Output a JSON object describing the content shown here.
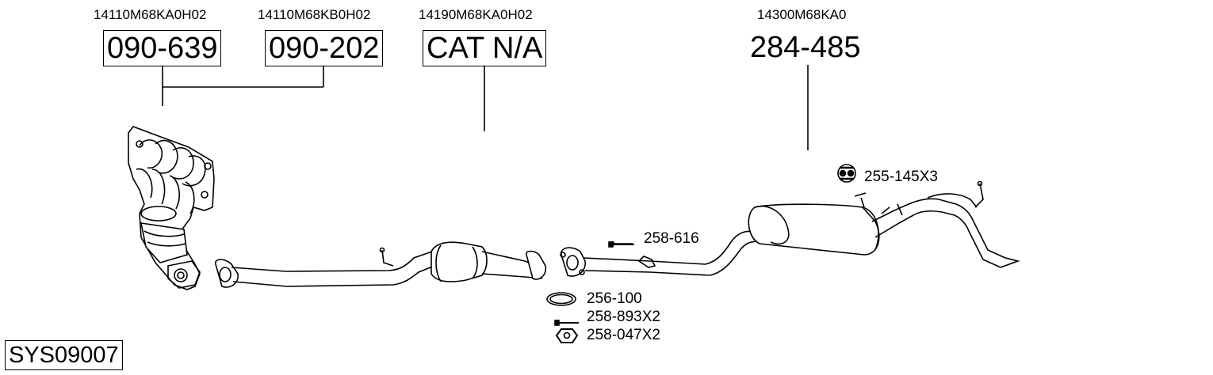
{
  "system_code": "SYS09007",
  "parts": [
    {
      "oem": "14110M68KA0H02",
      "number": "090-639",
      "boxed": true
    },
    {
      "oem": "14110M68KB0H02",
      "number": "090-202",
      "boxed": true
    },
    {
      "oem": "14190M68KA0H02",
      "number": "CAT N/A",
      "boxed": true
    },
    {
      "oem": "14300M68KA0",
      "number": "284-485",
      "boxed": false
    }
  ],
  "fittings": [
    {
      "label": "258-616",
      "icon": "bolt-icon"
    },
    {
      "label": "255-145X3",
      "icon": "rubber-mount-icon"
    },
    {
      "label": "256-100",
      "icon": "gasket-ring-icon"
    },
    {
      "label": "258-893X2",
      "icon": "bolt-icon"
    },
    {
      "label": "258-047X2",
      "icon": "nut-icon"
    }
  ]
}
